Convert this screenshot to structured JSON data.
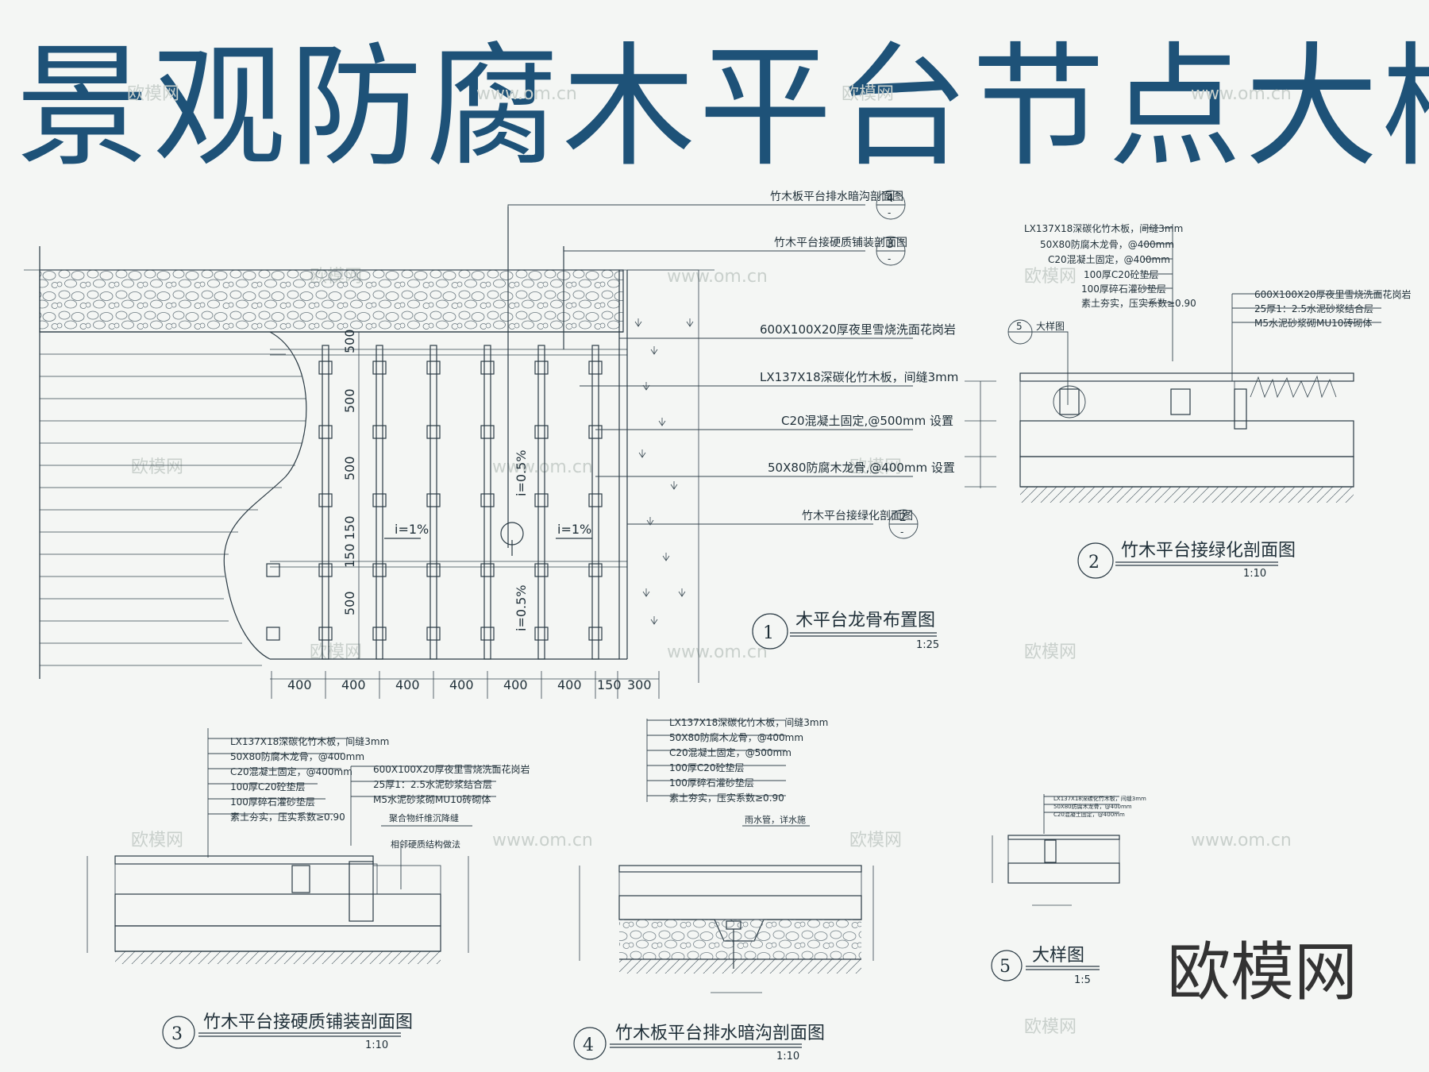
{
  "title": "景观防腐木平台节点大样",
  "brand": "欧模网",
  "watermark_text": "欧模网",
  "watermark_url": "www.om.cn",
  "plan": {
    "ref_callouts": [
      {
        "label": "竹木板平台排水暗沟剖面图",
        "num": "4",
        "sub": "-"
      },
      {
        "label": "竹木平台接硬质铺装剖面图",
        "num": "3",
        "sub": "-"
      },
      {
        "label": "竹木平台接绿化剖面图",
        "num": "2",
        "sub": "-"
      }
    ],
    "notes": [
      "600X100X20厚夜里雪烧洗面花岗岩",
      "LX137X18深碳化竹木板，间缝3mm",
      "C20混凝土固定,@500mm 设置",
      "50X80防腐木龙骨,@400mm 设置"
    ],
    "dims_bottom": [
      "400",
      "400",
      "400",
      "400",
      "400",
      "400",
      "150",
      "300"
    ],
    "dims_left": [
      "500",
      "500",
      "500",
      "150",
      "150",
      "500"
    ],
    "slopes": [
      "i=1%",
      "i=1%",
      "i=0.5%",
      "i=0.5%"
    ],
    "view_num": "1",
    "view_title": "木平台龙骨布置图",
    "scale": "1:25"
  },
  "sec2": {
    "notes_left": [
      "LX137X18深碳化竹木板，间缝3mm",
      "50X80防腐木龙骨，@400mm",
      "C20混凝土固定，@400mm",
      "100厚C20砼垫层",
      "100厚碎石灌砂垫层",
      "素土夯实，压实系数≥0.90"
    ],
    "notes_right": [
      "600X100X20厚夜里雪烧洗面花岗岩",
      "25厚1：2.5水泥砂浆结合层",
      "M5水泥砂浆砌MU10砖砌体"
    ],
    "detail_label": "大样图",
    "detail_num": "5",
    "view_num": "2",
    "view_title": "竹木平台接绿化剖面图",
    "scale": "1:10"
  },
  "sec3": {
    "notes_left": [
      "LX137X18深碳化竹木板，间缝3mm",
      "50X80防腐木龙骨，@400mm",
      "C20混凝土固定，@400mm",
      "100厚C20砼垫层",
      "100厚碎石灌砂垫层",
      "素土夯实，压实系数≥0.90"
    ],
    "notes_right": [
      "600X100X20厚夜里雪烧洗面花岗岩",
      "25厚1：2.5水泥砂浆结合层",
      "M5水泥砂浆砌MU10砖砌体"
    ],
    "extra": [
      "聚合物纤维沉降缝",
      "相邻硬质结构做法"
    ],
    "view_num": "3",
    "view_title": "竹木平台接硬质铺装剖面图",
    "scale": "1:10"
  },
  "sec4": {
    "notes": [
      "LX137X18深碳化竹木板，间缝3mm",
      "50X80防腐木龙骨，@400mm",
      "C20混凝土固定，@500mm",
      "100厚C20砼垫层",
      "100厚碎石灌砂垫层",
      "素土夯实，压实系数≥0.90"
    ],
    "drain_note": "雨水管，详水施",
    "view_num": "4",
    "view_title": "竹木板平台排水暗沟剖面图",
    "scale": "1:10"
  },
  "sec5": {
    "notes": [
      "LX137X18深碳化竹木板，间缝3mm",
      "50X80防腐木龙骨，@400mm",
      "C20混凝土固定，@400mm"
    ],
    "view_num": "5",
    "view_title": "大样图",
    "scale": "1:5"
  }
}
